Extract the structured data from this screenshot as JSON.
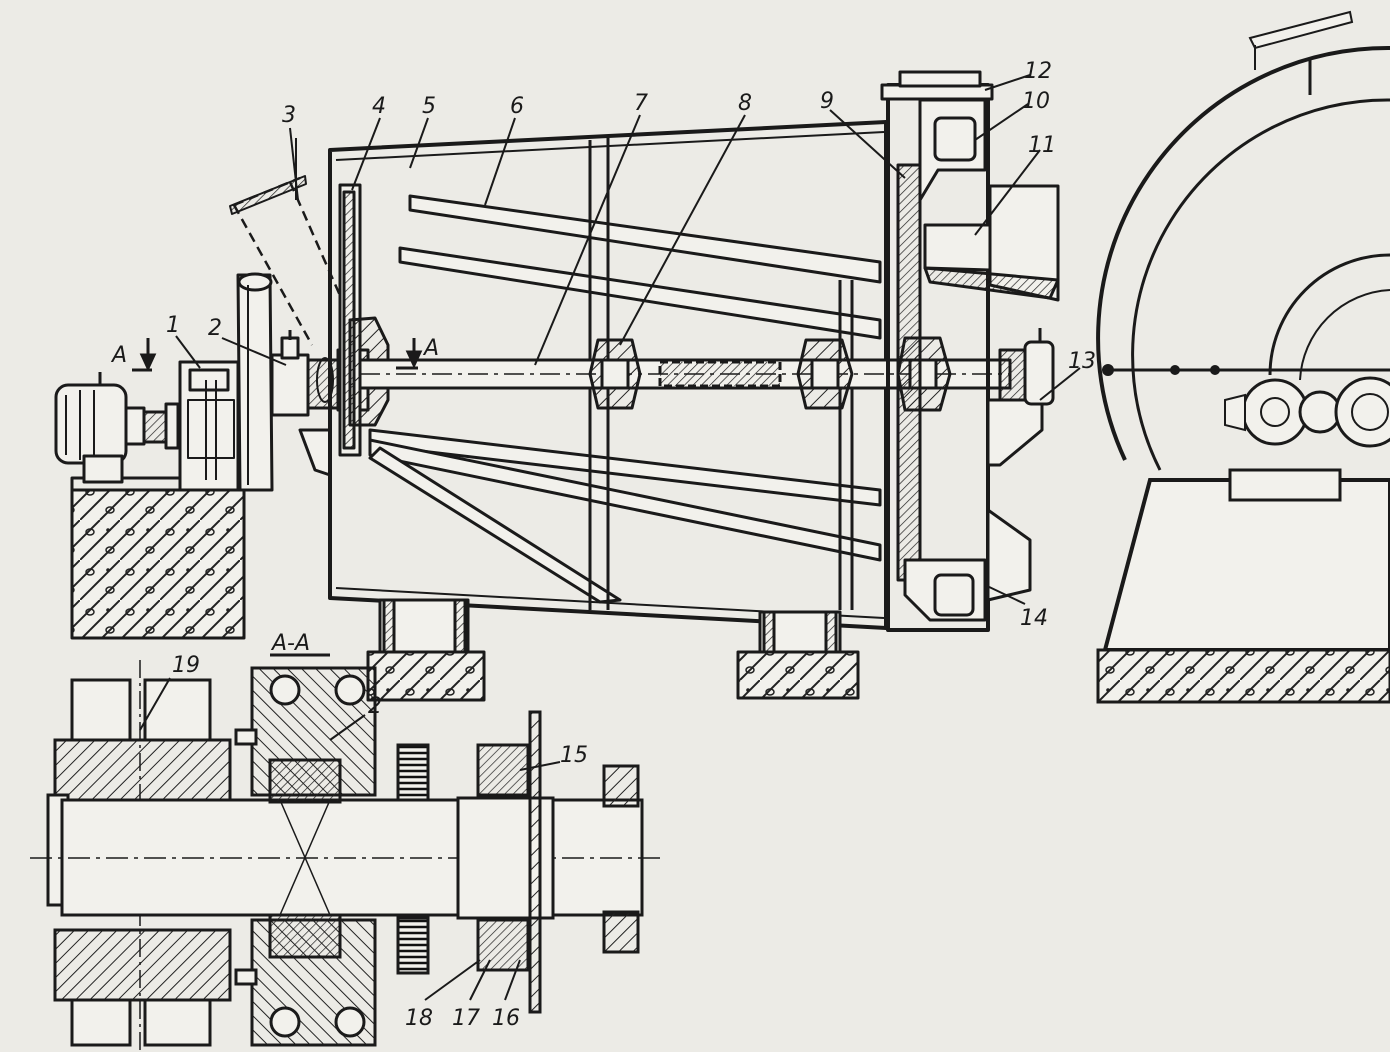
{
  "callouts": [
    "1",
    "2",
    "3",
    "4",
    "5",
    "6",
    "7",
    "8",
    "9",
    "10",
    "11",
    "12",
    "13",
    "14",
    "15",
    "16",
    "17",
    "18",
    "19"
  ],
  "section_marks": {
    "left": "A",
    "right": "A",
    "section_title": "A-A",
    "detail_label": "2"
  },
  "colors": {
    "paper": "#ecebe6",
    "ink": "#1a1a1a",
    "hatch": "#2a2a2a"
  }
}
